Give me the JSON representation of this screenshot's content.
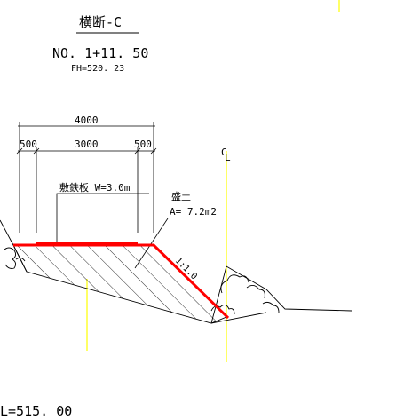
{
  "section": {
    "title": "横断-C",
    "station": "NO. 1+11. 50",
    "fh": "FH=520. 23"
  },
  "dimensions": {
    "total": "4000",
    "left": "500",
    "middle": "3000",
    "right": "500"
  },
  "labels": {
    "plate": "敷鉄板  W=3.0m",
    "fill_title": "盛土",
    "fill_area": "A= 7.2m2",
    "slope": "1:1.0",
    "centerline_top": "C",
    "centerline_bottom": "L",
    "datum": "L=515. 00"
  },
  "colors": {
    "line": "#000000",
    "road": "#ff0000",
    "centerline": "#ffff00"
  }
}
